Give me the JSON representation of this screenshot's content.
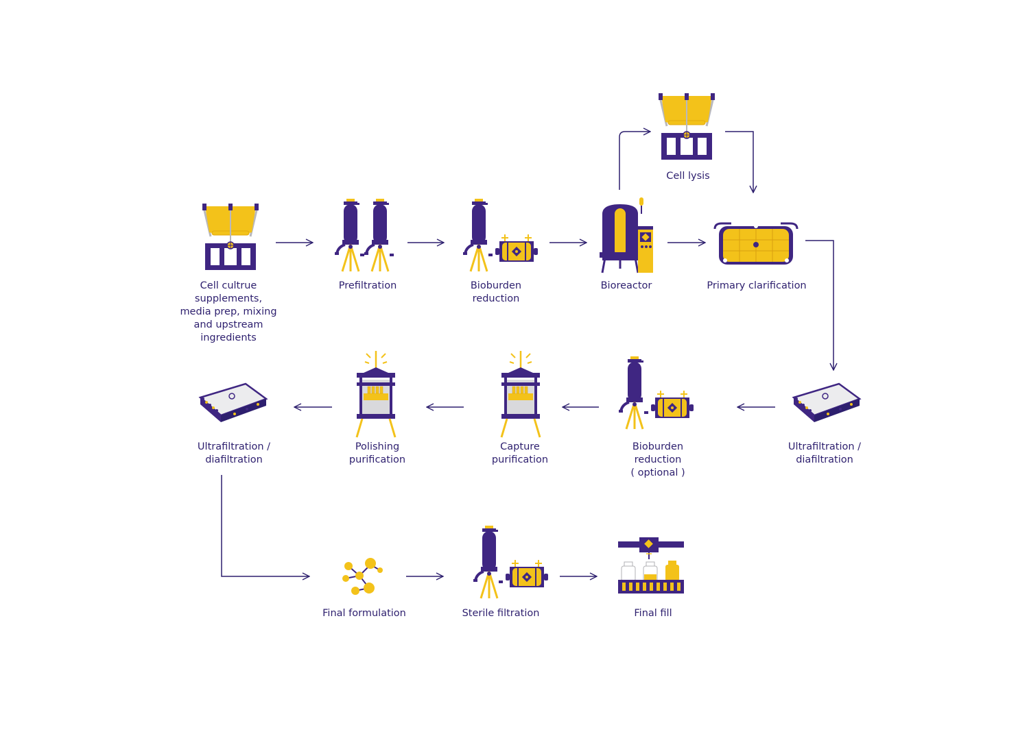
{
  "colors": {
    "purple": "#3f2682",
    "yellow": "#f3c21a",
    "arrow": "#2d1f6e",
    "text": "#2d1f6e",
    "gray": "#cfd0d3",
    "light": "#ececee"
  },
  "steps": {
    "cell_culture": {
      "label": "Cell cultrue\nsupplements,\nmedia prep, mixing\nand upstream\ningredients",
      "icon": "mixing-tank-icon"
    },
    "prefiltration": {
      "label": "Prefiltration",
      "icon": "twin-filter-housing-icon"
    },
    "bioburden_1": {
      "label": "Bioburden\nreduction",
      "icon": "filter-capsule-icon"
    },
    "bioreactor": {
      "label": "Bioreactor",
      "icon": "bioreactor-icon"
    },
    "cell_lysis": {
      "label": "Cell lysis",
      "icon": "mixing-tank-icon"
    },
    "primary_clar": {
      "label": "Primary clarification",
      "icon": "depth-filter-icon"
    },
    "uf_df_1": {
      "label": "Ultrafiltration /\ndiafiltration",
      "icon": "tff-cassette-icon"
    },
    "bioburden_opt": {
      "label": "Bioburden\nreduction\n( optional )",
      "icon": "filter-capsule-icon"
    },
    "capture": {
      "label": "Capture\npurification",
      "icon": "chromatography-column-icon"
    },
    "polishing": {
      "label": "Polishing\npurification",
      "icon": "chromatography-column-icon"
    },
    "uf_df_2": {
      "label": "Ultrafiltration /\ndiafiltration",
      "icon": "tff-cassette-icon"
    },
    "final_form": {
      "label": "Final formulation",
      "icon": "molecule-icon"
    },
    "sterile_filt": {
      "label": "Sterile filtration",
      "icon": "filter-capsule-icon"
    },
    "final_fill": {
      "label": "Final fill",
      "icon": "vial-filling-icon"
    }
  }
}
